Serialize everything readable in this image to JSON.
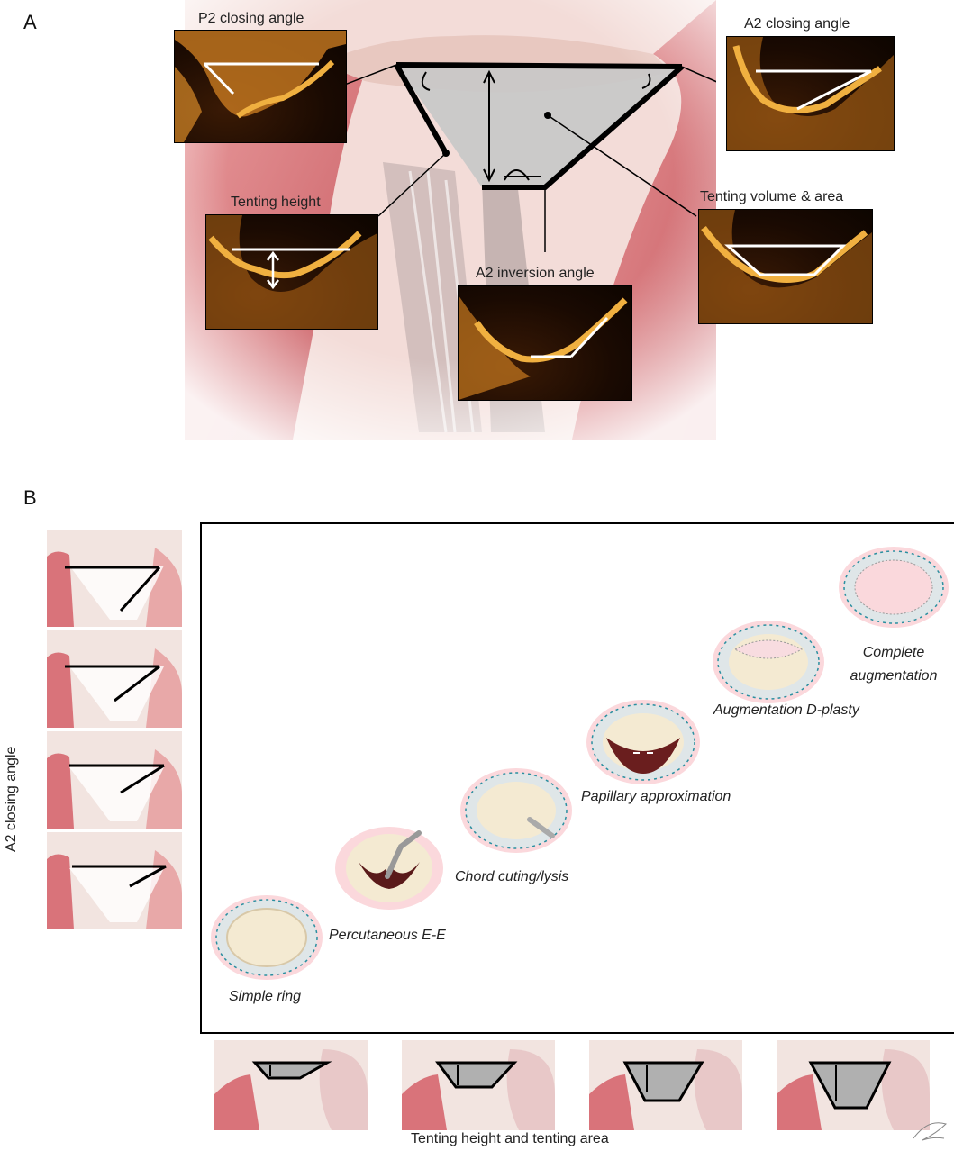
{
  "panel_a": {
    "letter": "A",
    "labels": {
      "p2_closing": "P2 closing angle",
      "a2_closing": "A2 closing angle",
      "tenting_height": "Tenting height",
      "tenting_volume": "Tenting volume & area",
      "a2_inversion": "A2 inversion angle"
    }
  },
  "panel_b": {
    "letter": "B",
    "y_axis_label": "A2 closing angle",
    "x_axis_label": "Tenting height and tenting area",
    "procedures": [
      "Simple ring",
      "Percutaneous E-E",
      "Chord cuting/lysis",
      "Papillary approximation",
      "Augmentation D-plasty",
      "Complete augmentation"
    ]
  },
  "colors": {
    "myocardium": "#d9737a",
    "echo_bright": "#e8a030",
    "suture": "#2a8fa0",
    "tent": "#c8c8c8"
  }
}
